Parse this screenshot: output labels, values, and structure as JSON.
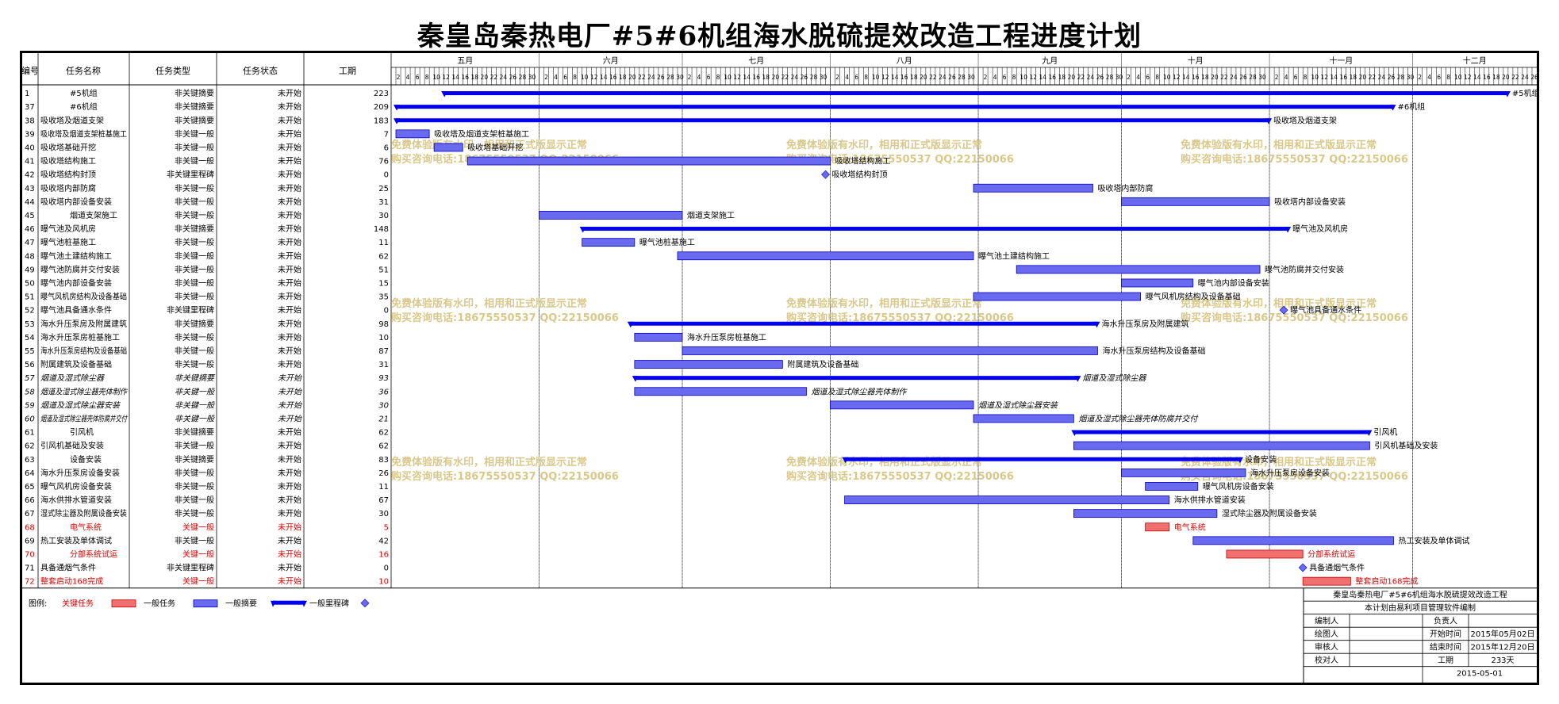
{
  "title": "秦皇岛秦热电厂#5#6机组海水脱硫提效改造工程进度计划",
  "columns": [
    "编号",
    "任务名称",
    "任务类型",
    "任务状态",
    "工期"
  ],
  "chart_data": {
    "type": "gantt",
    "months": [
      {
        "label": "五月",
        "start": "2015-05-01",
        "days": 31
      },
      {
        "label": "六月",
        "start": "2015-06-01",
        "days": 30
      },
      {
        "label": "七月",
        "start": "2015-07-01",
        "days": 31
      },
      {
        "label": "八月",
        "start": "2015-08-01",
        "days": 31
      },
      {
        "label": "九月",
        "start": "2015-09-01",
        "days": 30
      },
      {
        "label": "十月",
        "start": "2015-10-01",
        "days": 31
      },
      {
        "label": "十一月",
        "start": "2015-11-01",
        "days": 30
      },
      {
        "label": "十二月",
        "start": "2015-12-01",
        "days": 26
      }
    ],
    "tasks": [
      {
        "id": "1",
        "name": "#5机组",
        "type": "非关键摘要",
        "status": "未开始",
        "duration": 223,
        "kind": "summary",
        "start": "2015-05-12",
        "end": "2015-12-20",
        "label": "#5机组",
        "critical": false,
        "italic": false
      },
      {
        "id": "37",
        "name": "#6机组",
        "type": "非关键摘要",
        "status": "未开始",
        "duration": 209,
        "kind": "summary",
        "start": "2015-05-02",
        "end": "2015-11-26",
        "label": "#6机组",
        "critical": false,
        "italic": false
      },
      {
        "id": "38",
        "name": "吸收塔及烟道支架",
        "type": "非关键摘要",
        "status": "未开始",
        "duration": 183,
        "kind": "summary",
        "start": "2015-05-02",
        "end": "2015-10-31",
        "label": "吸收塔及烟道支架",
        "critical": false,
        "italic": false
      },
      {
        "id": "39",
        "name": "吸收塔及烟道支架桩基施工",
        "type": "非关键一般",
        "status": "未开始",
        "duration": 7,
        "kind": "task",
        "start": "2015-05-02",
        "end": "2015-05-08",
        "label": "吸收塔及烟道支架桩基施工",
        "critical": false,
        "italic": false
      },
      {
        "id": "40",
        "name": "吸收塔基础开挖",
        "type": "非关键一般",
        "status": "未开始",
        "duration": 6,
        "kind": "task",
        "start": "2015-05-10",
        "end": "2015-05-15",
        "label": "吸收塔基础开挖",
        "critical": false,
        "italic": false
      },
      {
        "id": "41",
        "name": "吸收塔结构施工",
        "type": "非关键一般",
        "status": "未开始",
        "duration": 76,
        "kind": "task",
        "start": "2015-05-17",
        "end": "2015-07-31",
        "label": "吸收塔结构施工",
        "critical": false,
        "italic": false
      },
      {
        "id": "42",
        "name": "吸收塔结构封顶",
        "type": "非关键里程碑",
        "status": "未开始",
        "duration": 0,
        "kind": "milestone",
        "start": "2015-07-31",
        "end": "2015-07-31",
        "label": "吸收塔结构封顶",
        "critical": false,
        "italic": false
      },
      {
        "id": "43",
        "name": "吸收塔内部防腐",
        "type": "非关键一般",
        "status": "未开始",
        "duration": 25,
        "kind": "task",
        "start": "2015-08-31",
        "end": "2015-09-24",
        "label": "吸收塔内部防腐",
        "critical": false,
        "italic": false
      },
      {
        "id": "44",
        "name": "吸收塔内部设备安装",
        "type": "非关键一般",
        "status": "未开始",
        "duration": 31,
        "kind": "task",
        "start": "2015-10-01",
        "end": "2015-10-31",
        "label": "吸收塔内部设备安装",
        "critical": false,
        "italic": false
      },
      {
        "id": "45",
        "name": "烟道支架施工",
        "type": "非关键一般",
        "status": "未开始",
        "duration": 30,
        "kind": "task",
        "start": "2015-06-01",
        "end": "2015-06-30",
        "label": "烟道支架施工",
        "critical": false,
        "italic": false
      },
      {
        "id": "46",
        "name": "曝气池及风机房",
        "type": "非关键摘要",
        "status": "未开始",
        "duration": 148,
        "kind": "summary",
        "start": "2015-06-10",
        "end": "2015-11-04",
        "label": "曝气池及风机房",
        "critical": false,
        "italic": false
      },
      {
        "id": "47",
        "name": "曝气池桩基施工",
        "type": "非关键一般",
        "status": "未开始",
        "duration": 11,
        "kind": "task",
        "start": "2015-06-10",
        "end": "2015-06-20",
        "label": "曝气池桩基施工",
        "critical": false,
        "italic": false
      },
      {
        "id": "48",
        "name": "曝气池土建结构施工",
        "type": "非关键一般",
        "status": "未开始",
        "duration": 62,
        "kind": "task",
        "start": "2015-06-30",
        "end": "2015-08-30",
        "label": "曝气池土建结构施工",
        "critical": false,
        "italic": false
      },
      {
        "id": "49",
        "name": "曝气池防腐并交付安装",
        "type": "非关键一般",
        "status": "未开始",
        "duration": 51,
        "kind": "task",
        "start": "2015-09-09",
        "end": "2015-10-29",
        "label": "曝气池防腐并交付安装",
        "critical": false,
        "italic": false
      },
      {
        "id": "50",
        "name": "曝气池内部设备安装",
        "type": "非关键一般",
        "status": "未开始",
        "duration": 15,
        "kind": "task",
        "start": "2015-10-01",
        "end": "2015-10-15",
        "label": "曝气池内部设备安装",
        "critical": false,
        "italic": false
      },
      {
        "id": "51",
        "name": "曝气风机房结构及设备基础",
        "type": "非关键一般",
        "status": "未开始",
        "duration": 35,
        "kind": "task",
        "start": "2015-08-31",
        "end": "2015-10-04",
        "label": "曝气风机房结构及设备基础",
        "critical": false,
        "italic": false
      },
      {
        "id": "52",
        "name": "曝气池具备通水条件",
        "type": "非关键里程碑",
        "status": "未开始",
        "duration": 0,
        "kind": "milestone",
        "start": "2015-11-04",
        "end": "2015-11-04",
        "label": "曝气池具备通水条件",
        "critical": false,
        "italic": false
      },
      {
        "id": "53",
        "name": "海水升压泵房及附属建筑",
        "type": "非关键摘要",
        "status": "未开始",
        "duration": 98,
        "kind": "summary",
        "start": "2015-06-20",
        "end": "2015-09-25",
        "label": "海水升压泵房及附属建筑",
        "critical": false,
        "italic": false
      },
      {
        "id": "54",
        "name": "海水升压泵房桩基施工",
        "type": "非关键一般",
        "status": "未开始",
        "duration": 10,
        "kind": "task",
        "start": "2015-06-21",
        "end": "2015-06-30",
        "label": "海水升压泵房桩基施工",
        "critical": false,
        "italic": false
      },
      {
        "id": "55",
        "name": "海水升压泵房结构及设备基础",
        "type": "非关键一般",
        "status": "未开始",
        "duration": 87,
        "kind": "task",
        "start": "2015-07-01",
        "end": "2015-09-25",
        "label": "海水升压泵房结构及设备基础",
        "critical": false,
        "italic": false
      },
      {
        "id": "56",
        "name": "附属建筑及设备基础",
        "type": "非关键一般",
        "status": "未开始",
        "duration": 31,
        "kind": "task",
        "start": "2015-06-21",
        "end": "2015-07-21",
        "label": "附属建筑及设备基础",
        "critical": false,
        "italic": false
      },
      {
        "id": "57",
        "name": "烟道及湿式除尘器",
        "type": "非关键摘要",
        "status": "未开始",
        "duration": 93,
        "kind": "summary",
        "start": "2015-06-21",
        "end": "2015-09-21",
        "label": "烟道及湿式除尘器",
        "critical": false,
        "italic": true
      },
      {
        "id": "58",
        "name": "烟道及湿式除尘器壳体制作",
        "type": "非关键一般",
        "status": "未开始",
        "duration": 36,
        "kind": "task",
        "start": "2015-06-21",
        "end": "2015-07-26",
        "label": "烟道及湿式除尘器壳体制作",
        "critical": false,
        "italic": true
      },
      {
        "id": "59",
        "name": "烟道及湿式除尘器安装",
        "type": "非关键一般",
        "status": "未开始",
        "duration": 30,
        "kind": "task",
        "start": "2015-08-01",
        "end": "2015-08-30",
        "label": "烟道及湿式除尘器安装",
        "critical": false,
        "italic": true
      },
      {
        "id": "60",
        "name": "烟道及湿式除尘器壳体防腐并交付",
        "type": "非关键一般",
        "status": "未开始",
        "duration": 21,
        "kind": "task",
        "start": "2015-08-31",
        "end": "2015-09-20",
        "label": "烟道及湿式除尘器壳体防腐并交付",
        "critical": false,
        "italic": true
      },
      {
        "id": "61",
        "name": "引风机",
        "type": "非关键摘要",
        "status": "未开始",
        "duration": 62,
        "kind": "summary",
        "start": "2015-09-21",
        "end": "2015-11-21",
        "label": "引风机",
        "critical": false,
        "italic": false
      },
      {
        "id": "62",
        "name": "引风机基础及安装",
        "type": "非关键一般",
        "status": "未开始",
        "duration": 62,
        "kind": "task",
        "start": "2015-09-21",
        "end": "2015-11-21",
        "label": "引风机基础及安装",
        "critical": false,
        "italic": false
      },
      {
        "id": "63",
        "name": "设备安装",
        "type": "非关键摘要",
        "status": "未开始",
        "duration": 83,
        "kind": "summary",
        "start": "2015-08-04",
        "end": "2015-10-25",
        "label": "设备安装",
        "critical": false,
        "italic": false
      },
      {
        "id": "64",
        "name": "海水升压泵房设备安装",
        "type": "非关键一般",
        "status": "未开始",
        "duration": 26,
        "kind": "task",
        "start": "2015-10-01",
        "end": "2015-10-26",
        "label": "海水升压泵房设备安装",
        "critical": false,
        "italic": false
      },
      {
        "id": "65",
        "name": "曝气风机房设备安装",
        "type": "非关键一般",
        "status": "未开始",
        "duration": 11,
        "kind": "task",
        "start": "2015-10-06",
        "end": "2015-10-16",
        "label": "曝气风机房设备安装",
        "critical": false,
        "italic": false
      },
      {
        "id": "66",
        "name": "海水供排水管道安装",
        "type": "非关键一般",
        "status": "未开始",
        "duration": 67,
        "kind": "task",
        "start": "2015-08-04",
        "end": "2015-10-10",
        "label": "海水供排水管道安装",
        "critical": false,
        "italic": false
      },
      {
        "id": "67",
        "name": "湿式除尘器及附属设备安装",
        "type": "非关键一般",
        "status": "未开始",
        "duration": 30,
        "kind": "task",
        "start": "2015-09-21",
        "end": "2015-10-20",
        "label": "湿式除尘器及附属设备安装",
        "critical": false,
        "italic": false
      },
      {
        "id": "68",
        "name": "电气系统",
        "type": "关键一般",
        "status": "未开始",
        "duration": 5,
        "kind": "task",
        "start": "2015-10-06",
        "end": "2015-10-10",
        "label": "电气系统",
        "critical": true,
        "italic": false
      },
      {
        "id": "69",
        "name": "热工安装及单体调试",
        "type": "非关键一般",
        "status": "未开始",
        "duration": 42,
        "kind": "task",
        "start": "2015-10-16",
        "end": "2015-11-26",
        "label": "热工安装及单体调试",
        "critical": false,
        "italic": false
      },
      {
        "id": "70",
        "name": "分部系统试运",
        "type": "关键一般",
        "status": "未开始",
        "duration": 16,
        "kind": "task",
        "start": "2015-10-23",
        "end": "2015-11-07",
        "label": "分部系统试运",
        "critical": true,
        "italic": false
      },
      {
        "id": "71",
        "name": "具备通烟气条件",
        "type": "非关键里程碑",
        "status": "未开始",
        "duration": 0,
        "kind": "milestone",
        "start": "2015-11-08",
        "end": "2015-11-08",
        "label": "具备通烟气条件",
        "critical": false,
        "italic": false
      },
      {
        "id": "72",
        "name": "整套启动168完成",
        "type": "关键一般",
        "status": "未开始",
        "duration": 10,
        "kind": "task",
        "start": "2015-11-08",
        "end": "2015-11-17",
        "label": "整套启动168完成",
        "critical": true,
        "italic": false
      }
    ]
  },
  "watermark": {
    "line1": "免费体验版有水印，相用和正式版显示正常",
    "line2": "购买咨询电话:18675550537 QQ:22150066"
  },
  "legend": {
    "prefix": "图例:",
    "items": [
      "关键任务",
      "一般任务",
      "一般摘要",
      "一般里程碑"
    ]
  },
  "info": {
    "project": "秦皇岛秦热电厂#5#6机组海水脱硫提效改造工程",
    "compiled_by": "本计划由易利项目管理软件编制",
    "rows": [
      [
        "编制人",
        "",
        "负责人",
        ""
      ],
      [
        "绘图人",
        "",
        "开始时间",
        "2015年05月02日"
      ],
      [
        "审核人",
        "",
        "结束时间",
        "2015年12月20日"
      ],
      [
        "校对人",
        "",
        "工期",
        "233天"
      ]
    ],
    "date": "2015-05-01"
  },
  "colors": {
    "bar_fill": "#6a6af0",
    "bar_stroke": "#0000c0",
    "summary": "#0000ee",
    "critical_fill": "#f07070",
    "critical_stroke": "#c00000",
    "critical_text": "#e00000",
    "watermark": "#d9c88a",
    "grid": "#777777"
  }
}
